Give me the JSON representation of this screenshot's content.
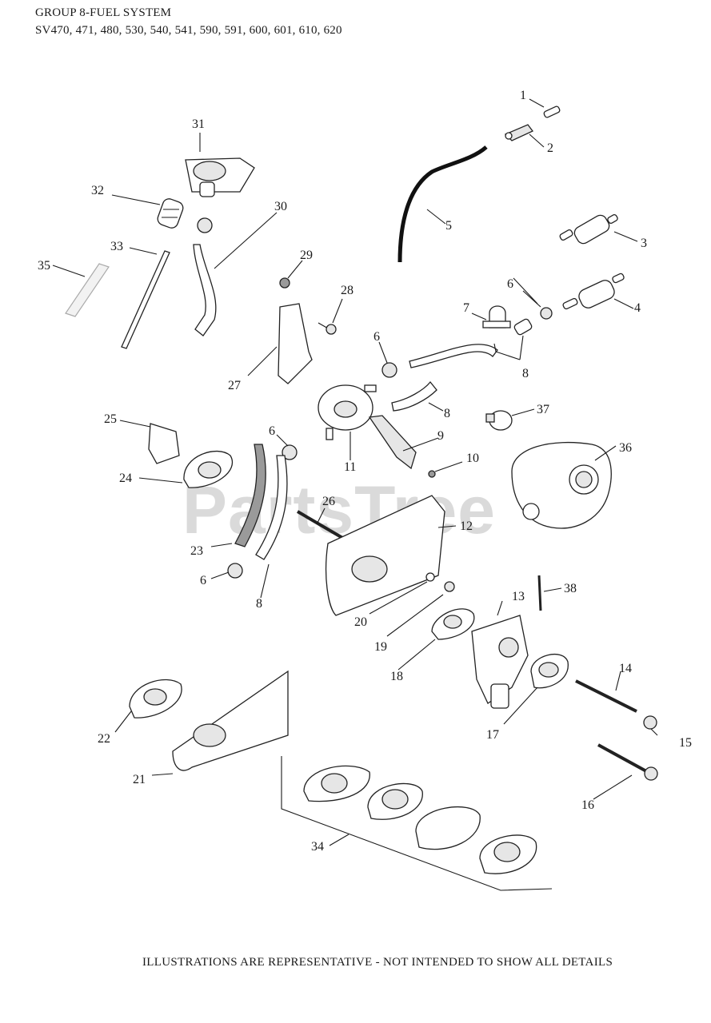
{
  "header": {
    "group_title": "GROUP 8-FUEL SYSTEM",
    "models": "SV470, 471, 480, 530, 540, 541, 590, 591, 600, 601, 610, 620"
  },
  "watermark": "PartsTree",
  "footer": "ILLUSTRATIONS ARE REPRESENTATIVE - NOT INTENDED TO SHOW ALL DETAILS",
  "callouts": {
    "c1": "1",
    "c2": "2",
    "c3": "3",
    "c4": "4",
    "c5": "5",
    "c6a": "6",
    "c6b": "6",
    "c6c": "6",
    "c6d": "6",
    "c7": "7",
    "c8a": "8",
    "c8b": "8",
    "c8c": "8",
    "c9": "9",
    "c10": "10",
    "c11": "11",
    "c12": "12",
    "c13": "13",
    "c14": "14",
    "c15": "15",
    "c16": "16",
    "c17": "17",
    "c18": "18",
    "c19": "19",
    "c20": "20",
    "c21": "21",
    "c22": "22",
    "c23": "23",
    "c24": "24",
    "c25": "25",
    "c26": "26",
    "c27": "27",
    "c28": "28",
    "c29": "29",
    "c30": "30",
    "c31": "31",
    "c32": "32",
    "c33": "33",
    "c34": "34",
    "c35": "35",
    "c36": "36",
    "c37": "37",
    "c38": "38"
  }
}
